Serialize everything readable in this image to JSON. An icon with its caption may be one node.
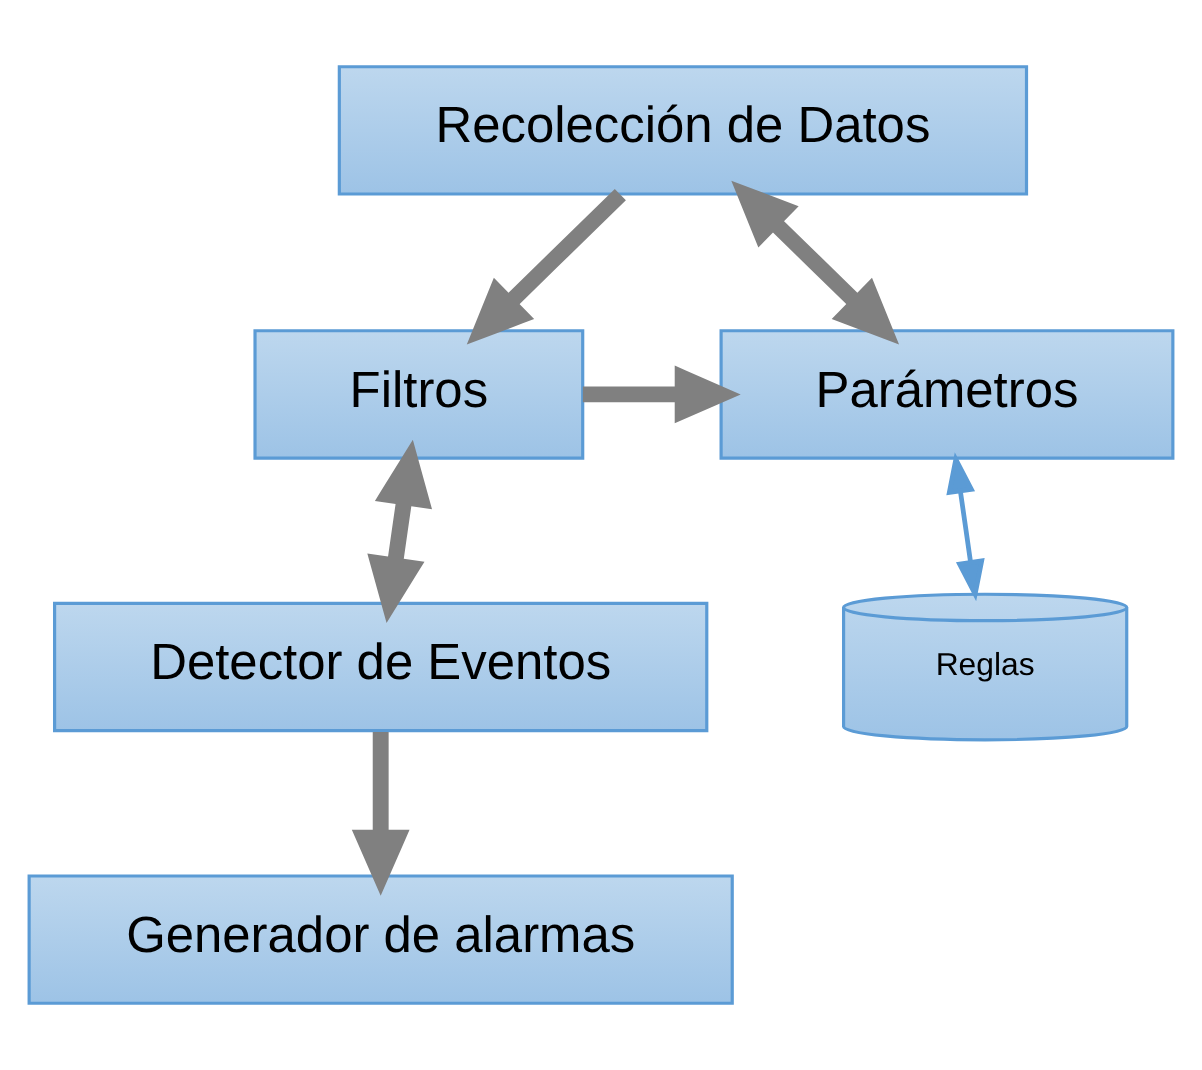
{
  "diagram": {
    "nodes": [
      {
        "text": [
          "Recolección de Datos"
        ]
      },
      {
        "text": [
          "Filtros"
        ]
      },
      {
        "text": [
          "Parámetros"
        ]
      },
      {
        "text": [
          "Detector de Eventos"
        ]
      },
      {
        "text": [
          "Generador de alarmas"
        ]
      },
      {
        "text": [
          "Reglas"
        ]
      }
    ],
    "edges": [
      {
        "from": 0,
        "to": 2,
        "arrow": "both"
      },
      {
        "from": 0,
        "to": 1,
        "arrow": "to"
      },
      {
        "from": 1,
        "to": 3,
        "arrow": "both"
      },
      {
        "from": 1,
        "to": 2,
        "arrow": "to"
      },
      {
        "from": 3,
        "to": 4,
        "arrow": "to"
      },
      {
        "from": 2,
        "to": 5,
        "arrow": "both",
        "color": "#5b9bd5"
      }
    ]
  }
}
